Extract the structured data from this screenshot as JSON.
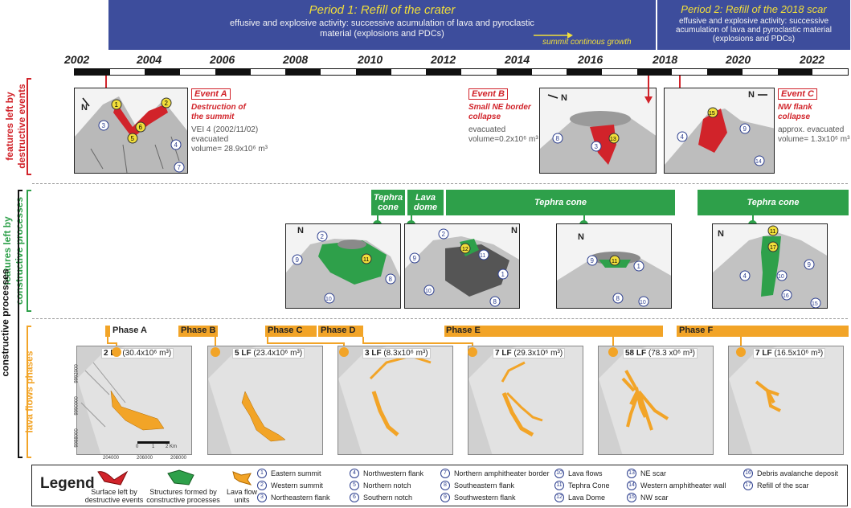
{
  "periods": [
    {
      "title": "Period 1: Refill of the crater",
      "desc": "effusive and explosive activity: successive acumulation of lava and pyroclastic material (explosions and PDCs)"
    },
    {
      "title": "Period 2: Refill of the 2018 scar",
      "desc": "effusive and explosive activity: successive acumulation of lava and pyroclastic material (explosions and PDCs)"
    }
  ],
  "growth_label": "summit continous growth",
  "years": [
    "2002",
    "2004",
    "2006",
    "2008",
    "2010",
    "2012",
    "2014",
    "2016",
    "2018",
    "2020",
    "2022"
  ],
  "side_labels": {
    "destructive": [
      "features left by",
      "destructive events"
    ],
    "constructive": [
      "features left by",
      "constructive processes"
    ],
    "lava": "lava flows phases",
    "outer": "constructive processes"
  },
  "events": [
    {
      "tag": "Event A",
      "subtitle": [
        "Destruction of",
        "the summit"
      ],
      "text": [
        "VEI 4 (2002/11/02)",
        "evacuated",
        "volume= 28.9x10⁶ m³"
      ]
    },
    {
      "tag": "Event B",
      "subtitle": [
        "Small NE border",
        "collapse"
      ],
      "text": [
        "evacuated",
        "volume=0.2x10⁶ m³"
      ]
    },
    {
      "tag": "Event C",
      "subtitle": [
        "NW flank",
        "collapse"
      ],
      "text": [
        "approx. evacuated",
        "volume= 1.3x10⁶ m³"
      ]
    }
  ],
  "north_label": "N",
  "green_bars": [
    {
      "label": "Tephra cone"
    },
    {
      "label": "Lava dome"
    },
    {
      "label": "Tephra cone"
    },
    {
      "label": "Tephra cone"
    }
  ],
  "phases": [
    {
      "label": "Phase A",
      "lf": "2 LF",
      "vol": "(30.4x10⁶ m³)"
    },
    {
      "label": "Phase B",
      "lf": "5 LF",
      "vol": "(23.4x10⁶ m³)"
    },
    {
      "label": "Phase C",
      "lf": "3 LF",
      "vol": "(8.3x10⁶ m³)"
    },
    {
      "label": "Phase D",
      "lf": "7 LF",
      "vol": "(29.3x10⁶ m³)"
    },
    {
      "label": "Phase E",
      "lf": "58 LF",
      "vol": "(78.3 x0⁶ m³)"
    },
    {
      "label": "Phase F",
      "lf": "7 LF",
      "vol": "(16.5x10⁶ m³)"
    }
  ],
  "map_ticks": {
    "x": [
      "204000",
      "206000",
      "208000"
    ],
    "y": [
      "9992000",
      "9990000",
      "9988000"
    ],
    "scale": [
      "0",
      "1",
      "2 Km"
    ]
  },
  "legend": {
    "title": "Legend",
    "symbols": [
      {
        "caption": [
          "Surface left by",
          "destructive events"
        ],
        "color": "#d1232a"
      },
      {
        "caption": [
          "Structures formed by",
          "constructive processes"
        ],
        "color": "#2ea04a"
      },
      {
        "caption": [
          "Lava flow",
          "units"
        ],
        "color": "#f2a427"
      }
    ],
    "items": [
      {
        "n": "1",
        "label": "Eastern summit"
      },
      {
        "n": "2",
        "label": "Western summit"
      },
      {
        "n": "3",
        "label": "Northeastern flank"
      },
      {
        "n": "4",
        "label": "Northwestern flank"
      },
      {
        "n": "5",
        "label": "Northern notch"
      },
      {
        "n": "6",
        "label": "Southern notch"
      },
      {
        "n": "7",
        "label": "Northern amphitheater border"
      },
      {
        "n": "8",
        "label": "Southeastern flank"
      },
      {
        "n": "9",
        "label": "Southwestern flank"
      },
      {
        "n": "10",
        "label": "Lava flows"
      },
      {
        "n": "11",
        "label": "Tephra Cone"
      },
      {
        "n": "12",
        "label": "Lava Dome"
      },
      {
        "n": "13",
        "label": "NE scar"
      },
      {
        "n": "14",
        "label": "Western amphitheater wall"
      },
      {
        "n": "15",
        "label": "NW scar"
      },
      {
        "n": "16",
        "label": "Debris avalanche deposit"
      },
      {
        "n": "17",
        "label": "Refill of the scar"
      }
    ]
  },
  "colors": {
    "period": "#3d4d9c",
    "destructive": "#d1232a",
    "constructive": "#2ea04a",
    "lava": "#f2a427",
    "title_yellow": "#f2df3a"
  }
}
